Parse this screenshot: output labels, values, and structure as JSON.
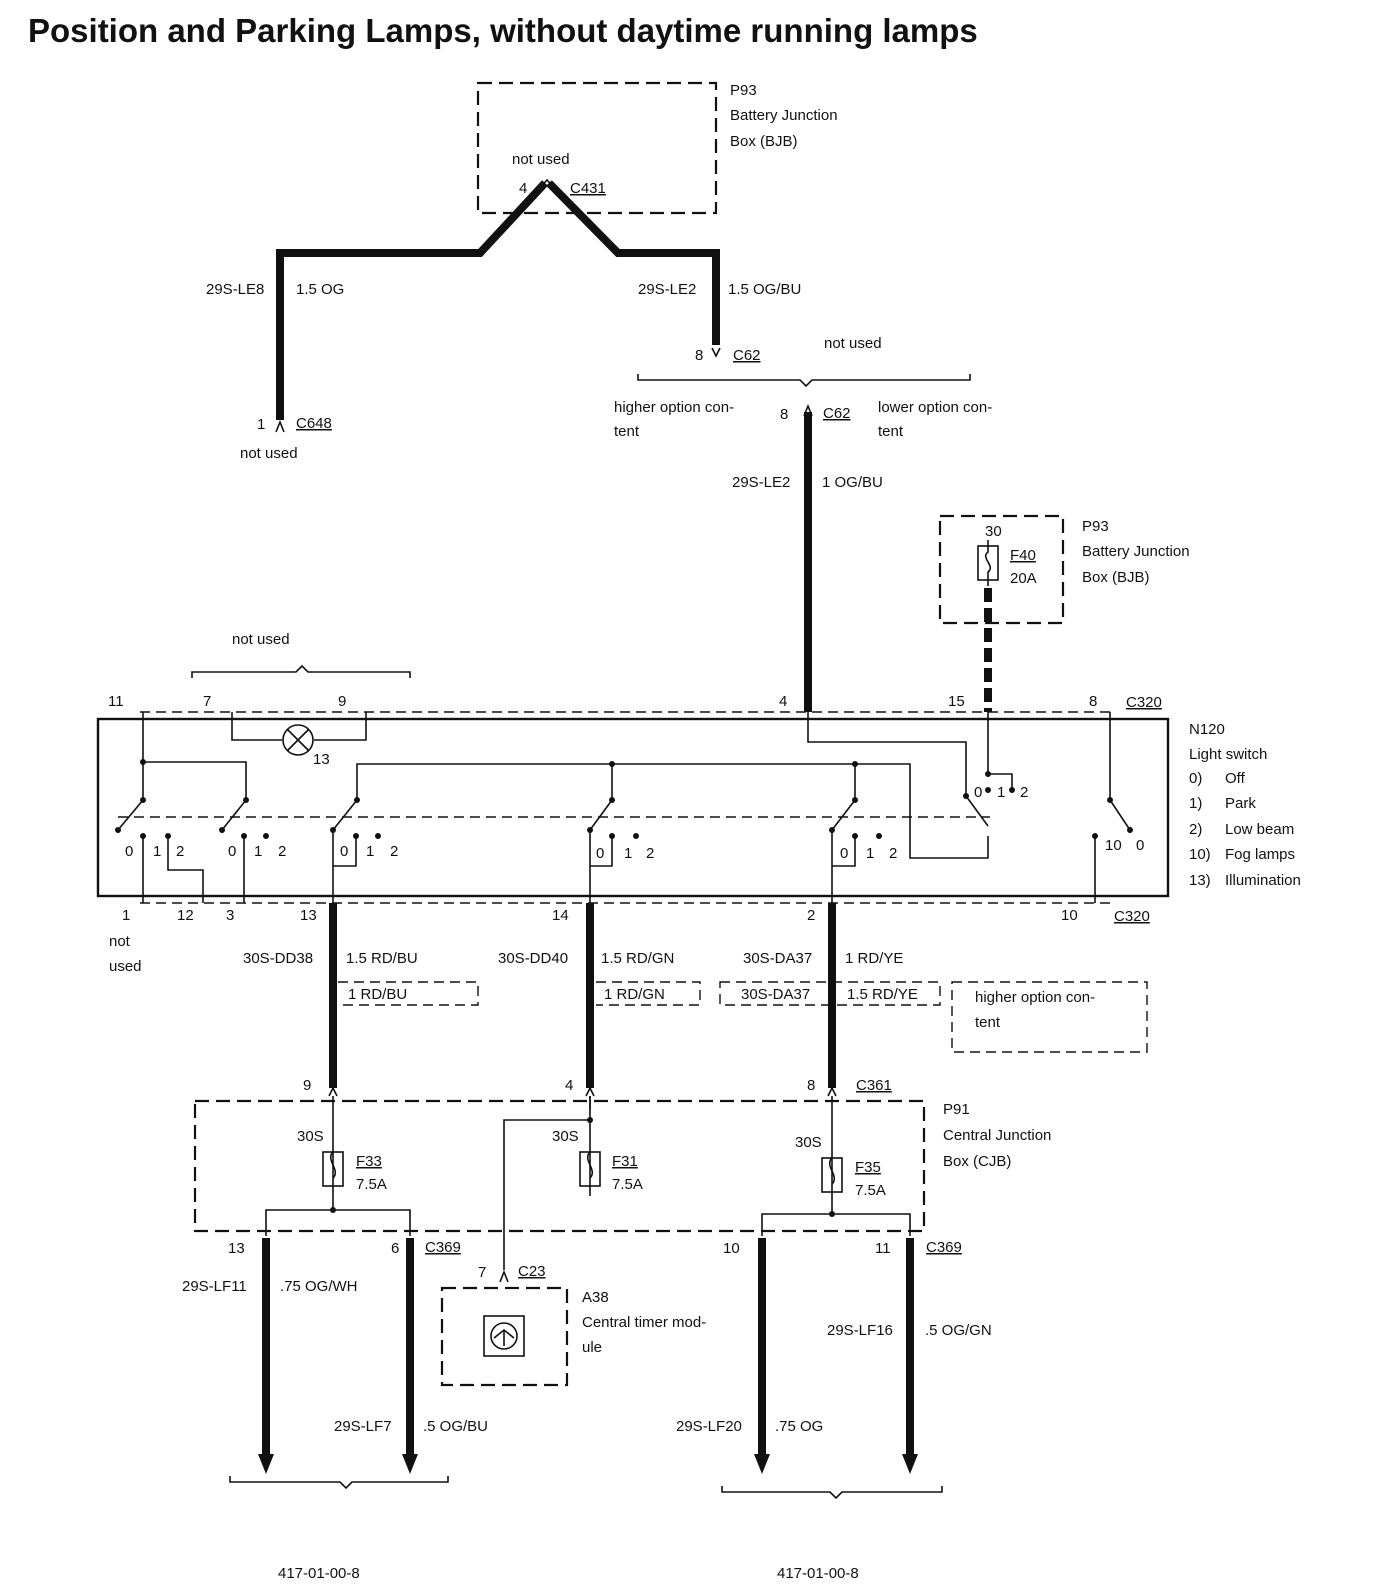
{
  "title": "Position and Parking Lamps, without daytime running lamps",
  "footer_refs": [
    "417-01-00-8",
    "417-01-00-8"
  ],
  "top_bjb": {
    "id": "P93",
    "name_line1": "Battery Junction",
    "name_line2": "Box (BJB)",
    "note": "not used",
    "pin": "4",
    "connector": "C431"
  },
  "wire_left": {
    "code": "29S-LE8",
    "spec": "1.5 OG"
  },
  "wire_right": {
    "code": "29S-LE2",
    "spec": "1.5 OG/BU"
  },
  "c648": {
    "pin": "1",
    "connector": "C648",
    "note": "not used"
  },
  "c62_upper": {
    "pin": "8",
    "connector": "C62",
    "note": "not used"
  },
  "c62_lower": {
    "pin": "8",
    "connector": "C62",
    "higher_line1": "higher option con-",
    "higher_line2": "tent",
    "lower_line1": "lower option con-",
    "lower_line2": "tent"
  },
  "wire_c62_switch": {
    "code": "29S-LE2",
    "spec": "1 OG/BU"
  },
  "fuse_bjb": {
    "id": "P93",
    "name_line1": "Battery Junction",
    "name_line2": "Box (BJB)",
    "pin": "30",
    "fuse": "F40",
    "rating": "20A"
  },
  "light_switch": {
    "not_used": "not used",
    "top_pins": [
      "11",
      "7",
      "9",
      "4",
      "15",
      "8"
    ],
    "top_connector": "C320",
    "lamp_pin": "13",
    "bottom_pins": [
      "1",
      "12",
      "3",
      "13",
      "14",
      "2",
      "10"
    ],
    "bottom_connector": "C320",
    "not_used_line1": "not",
    "not_used_line2": "used",
    "id": "N120",
    "name": "Light switch",
    "legend": [
      {
        "key": "0)",
        "label": "Off"
      },
      {
        "key": "1)",
        "label": "Park"
      },
      {
        "key": "2)",
        "label": "Low beam"
      },
      {
        "key": "10)",
        "label": "Fog lamps"
      },
      {
        "key": "13)",
        "label": "Illumination"
      }
    ],
    "positions": [
      "0",
      "1",
      "2"
    ],
    "fog_positions": [
      "10",
      "0"
    ]
  },
  "feed_wires": [
    {
      "code": "30S-DD38",
      "spec": "1.5 RD/BU",
      "alt": "1 RD/BU",
      "pin": "9"
    },
    {
      "code": "30S-DD40",
      "spec": "1.5 RD/GN",
      "alt": "1 RD/GN",
      "pin": "4"
    },
    {
      "code": "30S-DA37",
      "spec": "1 RD/YE",
      "alt_code": "30S-DA37",
      "alt": "1.5 RD/YE",
      "pin": "8"
    }
  ],
  "higher_option_line1": "higher option con-",
  "higher_option_line2": "tent",
  "cjb": {
    "id": "P91",
    "name_line1": "Central Junction",
    "name_line2": "Box (CJB)",
    "connector_top": "C361",
    "fuses": [
      {
        "circuit": "30S",
        "fuse": "F33",
        "rating": "7.5A"
      },
      {
        "circuit": "30S",
        "fuse": "F31",
        "rating": "7.5A"
      },
      {
        "circuit": "30S",
        "fuse": "F35",
        "rating": "7.5A"
      }
    ],
    "out_left": {
      "pin_a": "13",
      "pin_b": "6",
      "connector": "C369"
    },
    "out_right": {
      "pin_a": "10",
      "pin_b": "11",
      "connector": "C369"
    }
  },
  "timer": {
    "id": "A38",
    "name_line1": "Central timer mod-",
    "name_line2": "ule",
    "pin": "7",
    "connector": "C23"
  },
  "outputs": [
    {
      "code": "29S-LF11",
      "spec": ".75 OG/WH"
    },
    {
      "code": "29S-LF7",
      "spec": ".5 OG/BU"
    },
    {
      "code": "29S-LF16",
      "spec": ".5 OG/GN"
    },
    {
      "code": "29S-LF20",
      "spec": ".75 OG"
    }
  ]
}
